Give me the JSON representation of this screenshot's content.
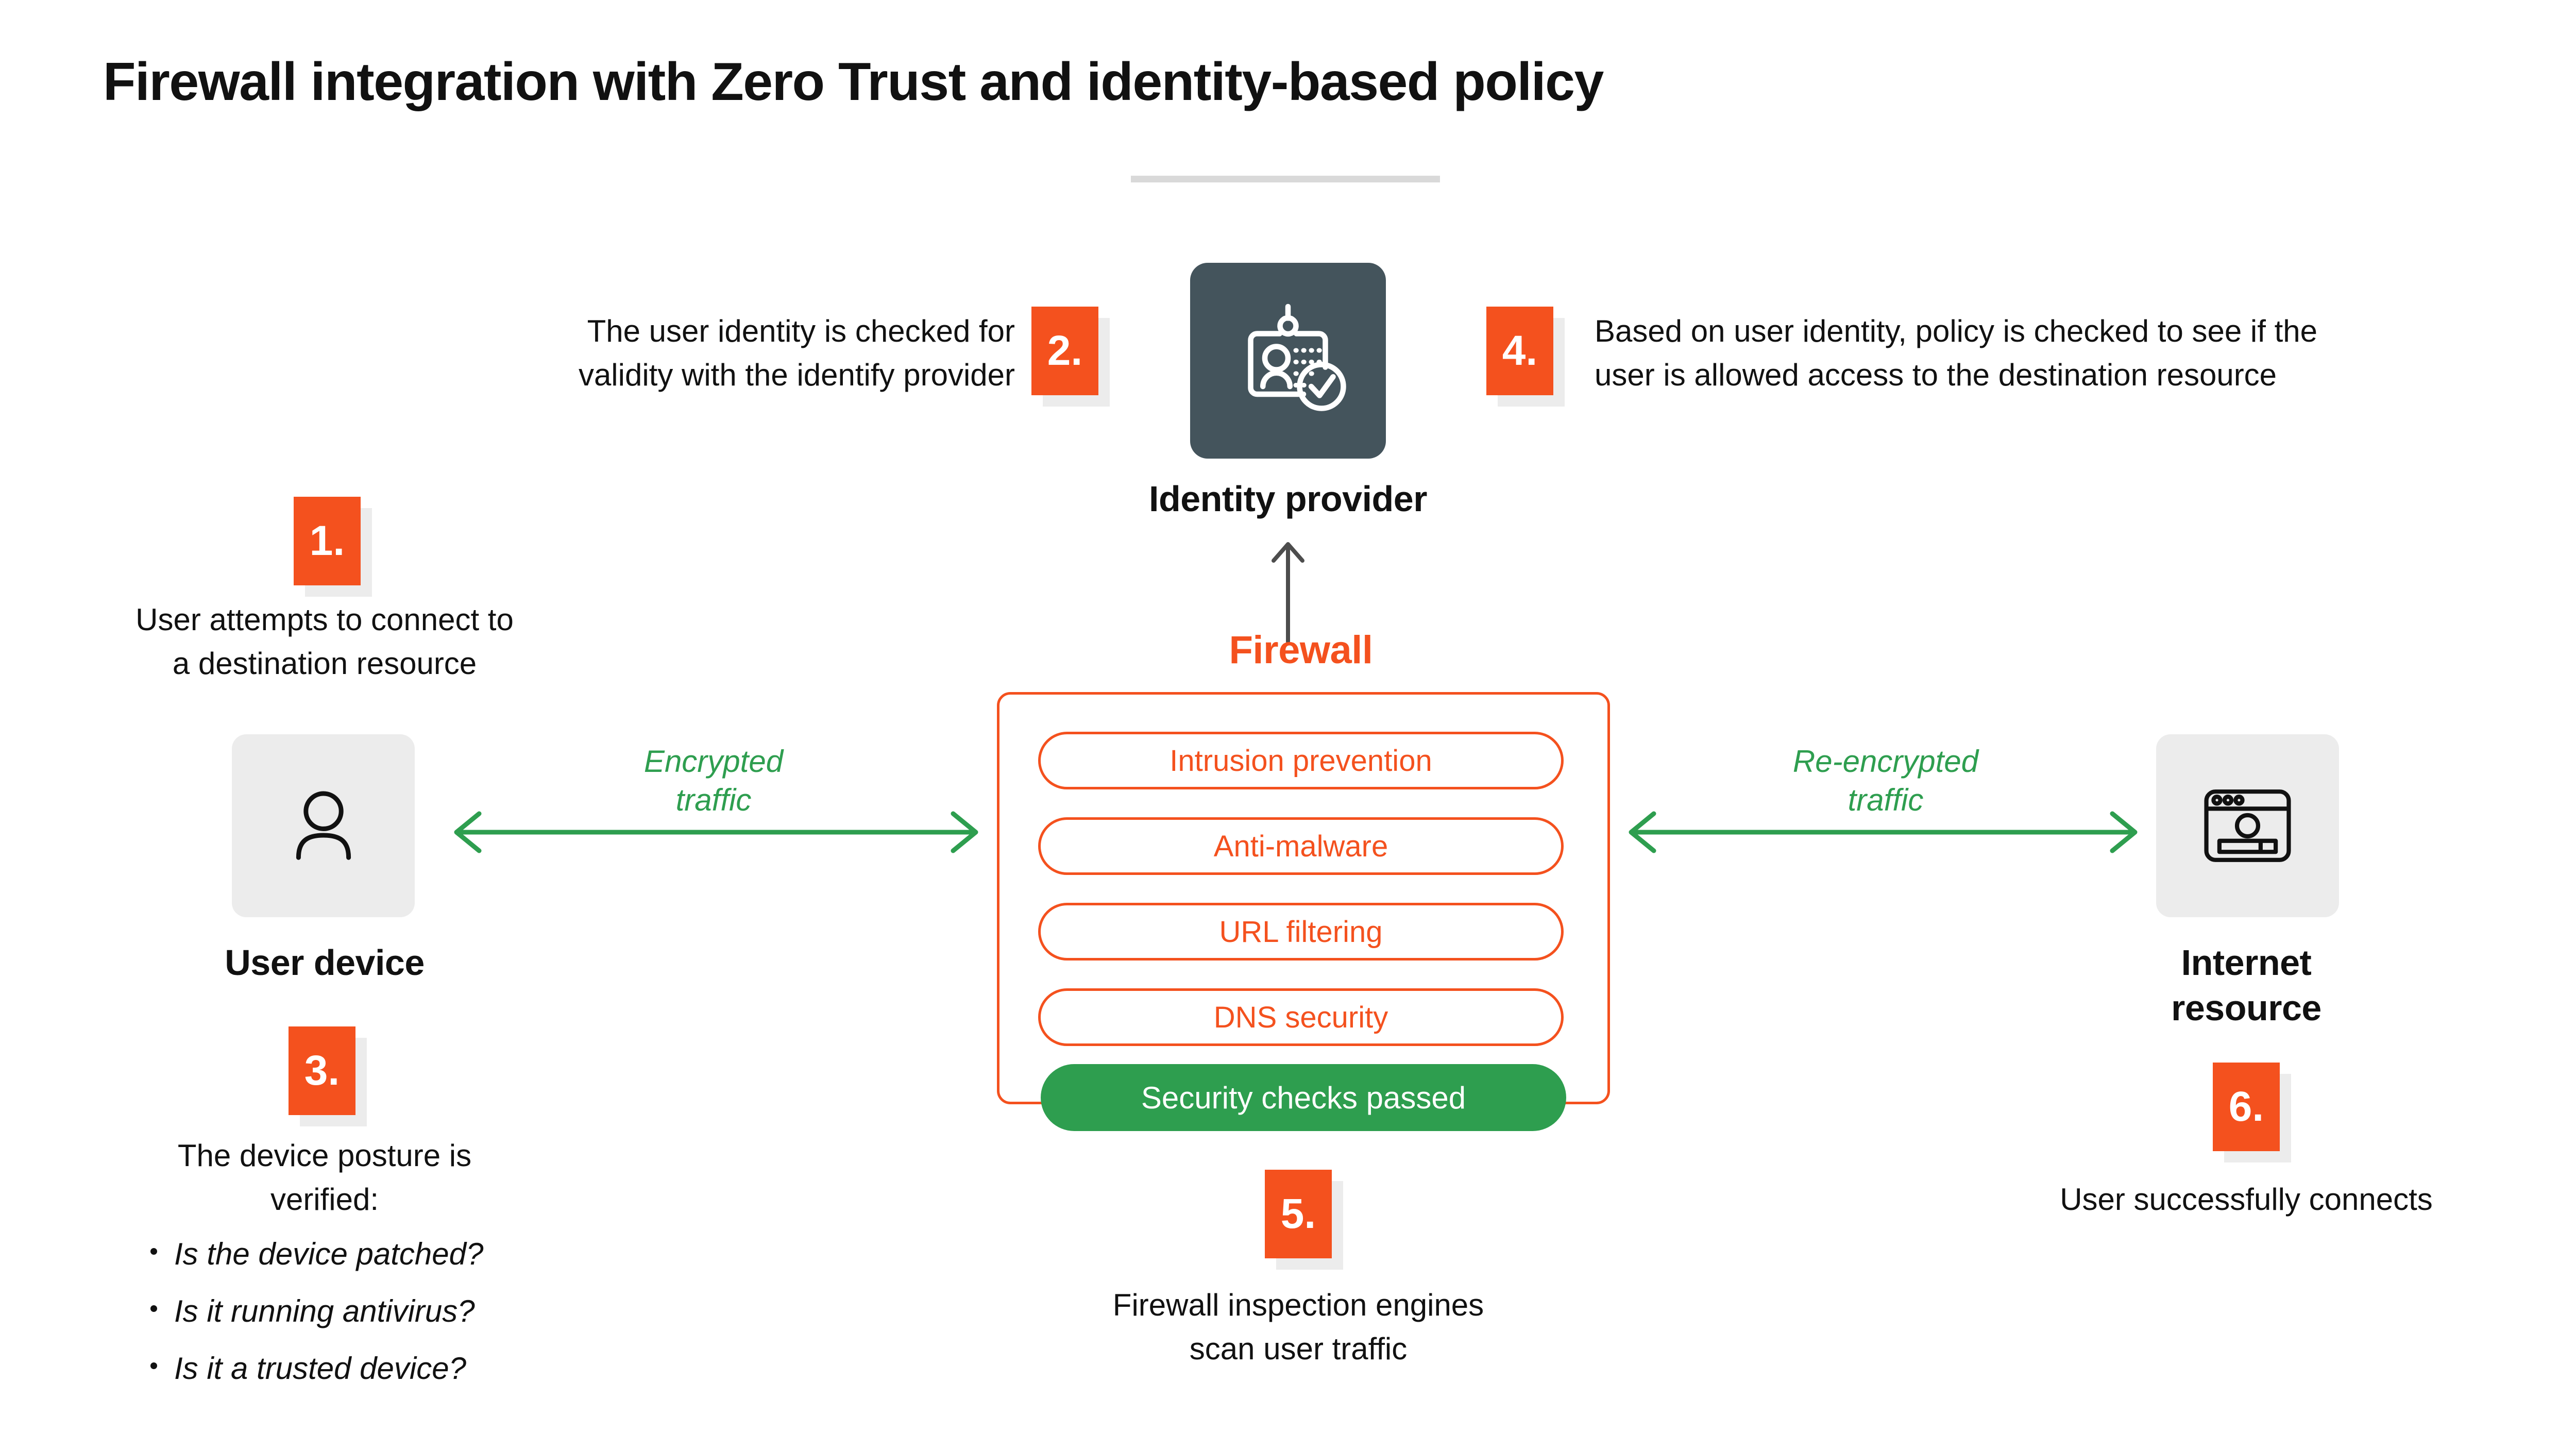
{
  "title": "Firewall integration with Zero Trust and identity-based policy",
  "colors": {
    "accent_orange": "#f4511e",
    "green": "#2e9e4f",
    "dark_slate": "#44545c",
    "light_gray": "#ececec",
    "divider_gray": "#d9d9d9",
    "text_black": "#111111"
  },
  "steps": [
    {
      "number": "1.",
      "text_line1": "User attempts to connect to",
      "text_line2": "a destination resource"
    },
    {
      "number": "2.",
      "text_line1": "The user identity is checked for",
      "text_line2": "validity with the identify provider"
    },
    {
      "number": "3.",
      "text_line1": "The device posture is",
      "text_line2": "verified:"
    },
    {
      "number": "4.",
      "text_line1": "Based on user identity, policy is checked to see if the",
      "text_line2": "user is allowed access to the destination resource"
    },
    {
      "number": "5.",
      "text_line1": "Firewall inspection engines",
      "text_line2": "scan user traffic"
    },
    {
      "number": "6.",
      "text_line1": "User successfully connects",
      "text_line2": ""
    }
  ],
  "posture_checks": [
    "Is the device patched?",
    "Is it running antivirus?",
    "Is it a trusted device?"
  ],
  "nodes": {
    "user_device": {
      "caption_line1": "User device",
      "caption_line2": "",
      "icon": "person-icon"
    },
    "identity_provider": {
      "caption_line1": "Identity provider",
      "caption_line2": "",
      "icon": "id-badge-check-icon"
    },
    "internet_resource": {
      "caption_line1": "Internet",
      "caption_line2": "resource",
      "icon": "browser-window-icon"
    }
  },
  "firewall": {
    "title": "Firewall",
    "engines": [
      "Intrusion prevention",
      "Anti-malware",
      "URL filtering",
      "DNS security"
    ],
    "status": "Security checks passed"
  },
  "arrows": {
    "left": {
      "label_line1": "Encrypted",
      "label_line2": "traffic",
      "direction": "bidirectional"
    },
    "right": {
      "label_line1": "Re-encrypted",
      "label_line2": "traffic",
      "direction": "bidirectional"
    },
    "identity": {
      "direction": "up"
    }
  }
}
